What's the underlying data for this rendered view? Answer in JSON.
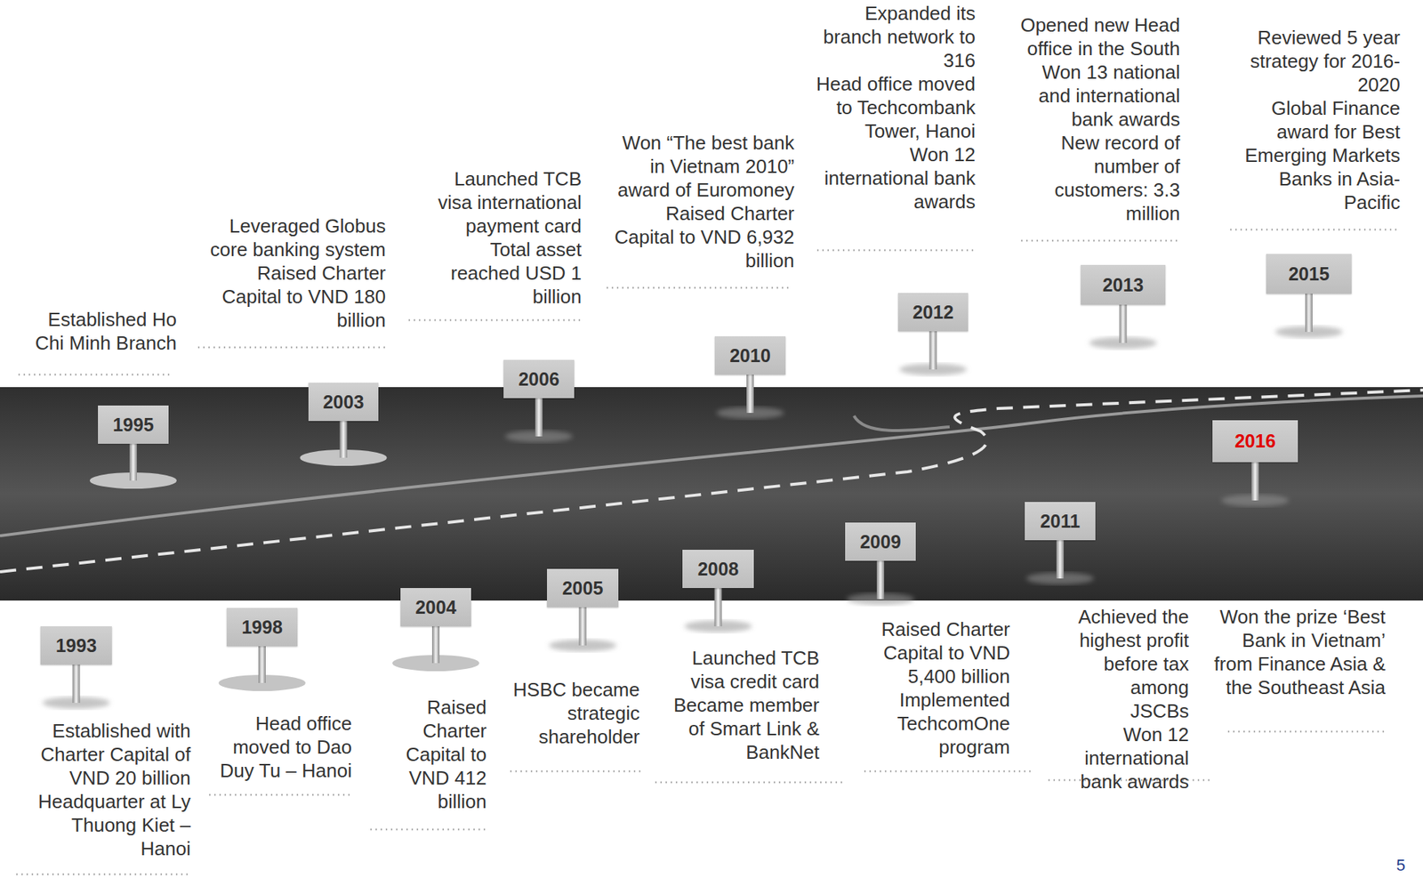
{
  "diagram": {
    "nodes": [
      {
        "text": [
          "1993"
        ]
      },
      {
        "text": [
          "1995"
        ]
      },
      {
        "text": [
          "1998"
        ]
      },
      {
        "text": [
          "2003"
        ]
      },
      {
        "text": [
          "2004"
        ]
      },
      {
        "text": [
          "2005"
        ]
      },
      {
        "text": [
          "2006"
        ]
      },
      {
        "text": [
          "2008"
        ]
      },
      {
        "text": [
          "2009"
        ]
      },
      {
        "text": [
          "2010"
        ]
      },
      {
        "text": [
          "2011"
        ]
      },
      {
        "text": [
          "2012"
        ]
      },
      {
        "text": [
          "2013"
        ]
      },
      {
        "text": [
          "2015"
        ]
      },
      {
        "text": [
          "2016"
        ]
      }
    ],
    "labels": [
      "Established with Charter Capital of VND 20 billion",
      "Headquarter at Ly Thuong Kiet – Hanoi",
      "Established Ho Chi Minh Branch",
      "Head office moved to Dao Duy Tu – Hanoi",
      "Leveraged Globus core banking system",
      "Raised Charter Capital to VND 180 billion",
      "Raised Charter Capital to VND 412 billion",
      "HSBC became strategic shareholder",
      "Launched TCB visa international payment card",
      "Total asset reached USD 1 billion",
      "Launched TCB visa credit card",
      "Became member of Smart Link & BankNet",
      "Raised Charter Capital to VND 5,400 billion",
      "Implemented TechcomOne program",
      "Won “The best bank in Vietnam 2010” award of Euromoney",
      "Raised Charter Capital to VND 6,932 billion",
      "Achieved the highest profit before tax among JSCBs",
      "Won 12 international bank awards",
      "Expanded its branch network to 316",
      "Head office moved to Techcombank Tower, Hanoi",
      "Won 12 international bank awards",
      "Opened new Head office in the South",
      "Won 13 national and international bank awards",
      "New record of number of customers: 3.3 million",
      "Reviewed 5 year strategy for 2016-2020",
      "Global Finance award for Best Emerging Markets Banks in Asia-Pacific",
      "Won the prize ‘Best Bank in Vietnam’ from Finance Asia & the Southeast Asia",
      "5"
    ]
  }
}
